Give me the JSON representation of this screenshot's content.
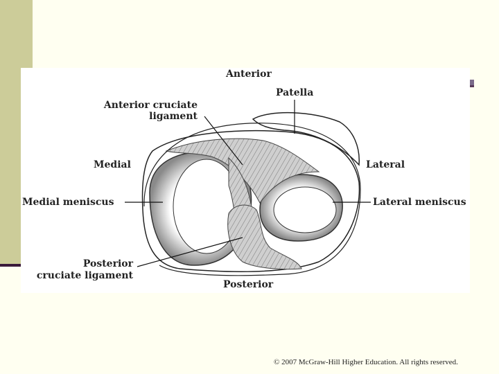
{
  "labels": {
    "anterior": "Anterior",
    "patella": "Patella",
    "acl_line1": "Anterior cruciate",
    "acl_line2": "ligament",
    "medial": "Medial",
    "lateral": "Lateral",
    "medial_meniscus": "Medial meniscus",
    "lateral_meniscus": "Lateral meniscus",
    "pcl_line1": "Posterior",
    "pcl_line2": "cruciate ligament",
    "posterior": "Posterior"
  },
  "footer": {
    "copyright": "© 2007 McGraw-Hill Higher Education.  All rights reserved."
  }
}
